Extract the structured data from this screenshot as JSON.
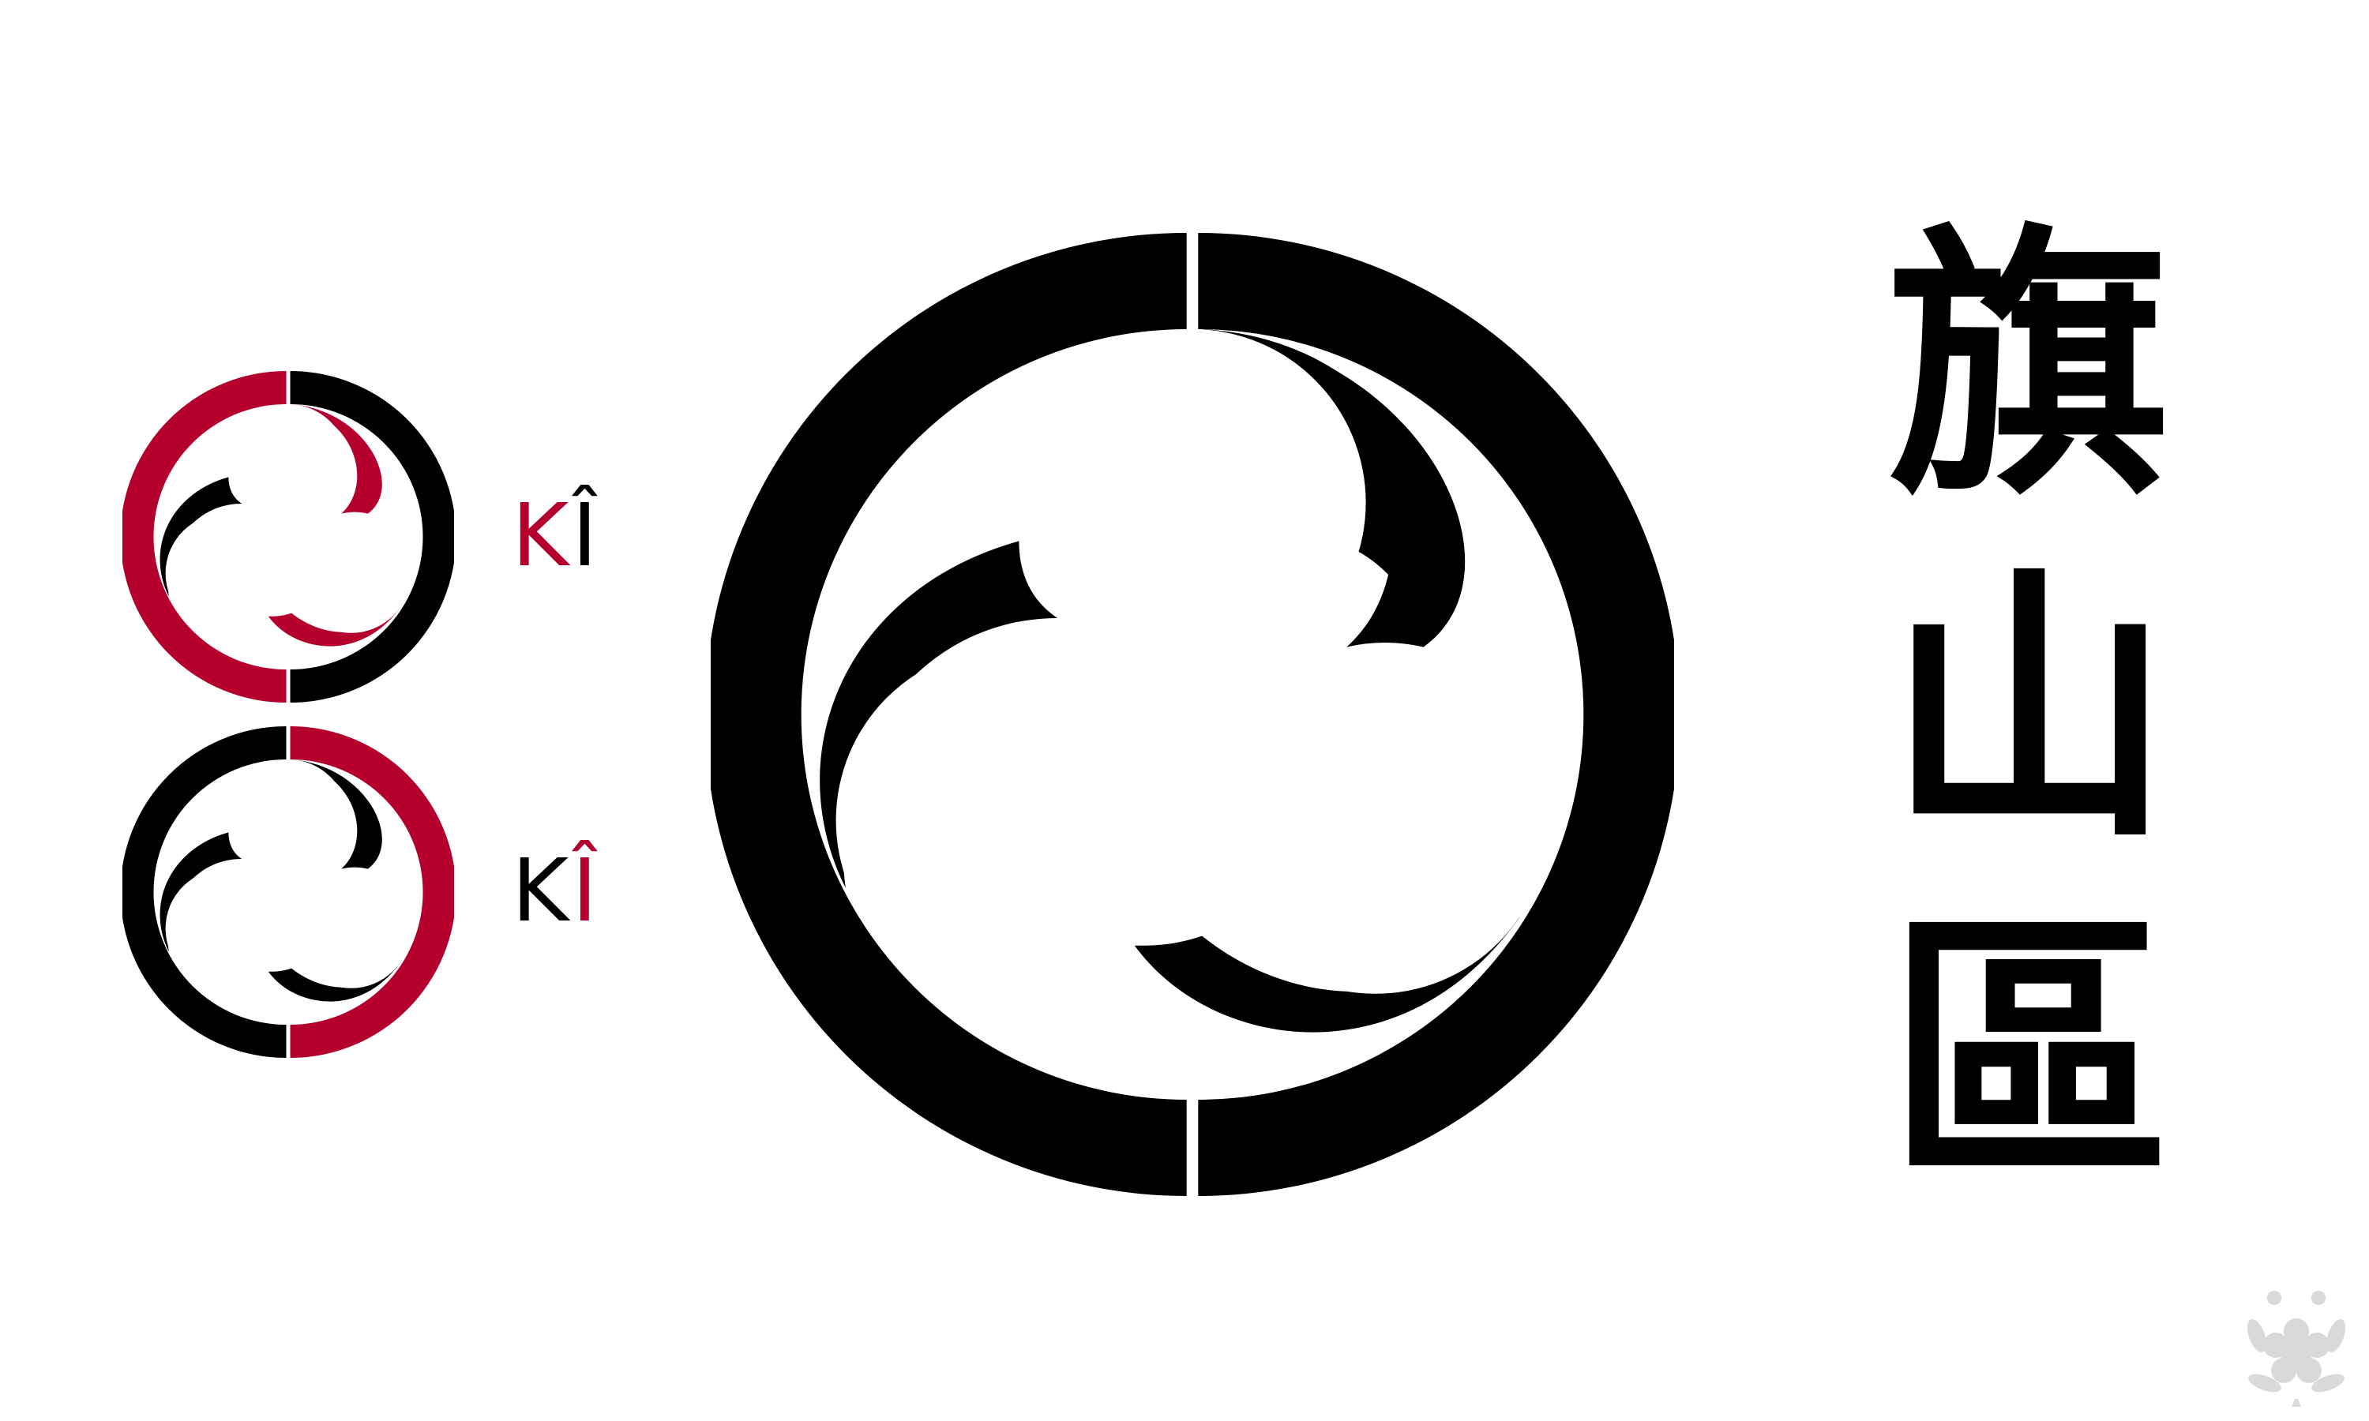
{
  "title": {
    "chars": [
      "旗",
      "山",
      "區"
    ]
  },
  "legend": [
    {
      "k": "K",
      "t": "Î",
      "k_color": "#b5002e",
      "t_color": "#000000"
    },
    {
      "k": "K",
      "t": "Î",
      "k_color": "#000000",
      "t_color": "#b5002e"
    }
  ],
  "colors": {
    "black": "#000000",
    "red": "#b5002e",
    "background": "#ffffff",
    "watermark": "#d9d9d9"
  },
  "icons": {
    "main_emblem": "mitsudomoe-ring-icon",
    "small_emblem_1": "mitsudomoe-ring-icon",
    "small_emblem_2": "mitsudomoe-ring-icon",
    "watermark": "flower-crest-icon"
  }
}
